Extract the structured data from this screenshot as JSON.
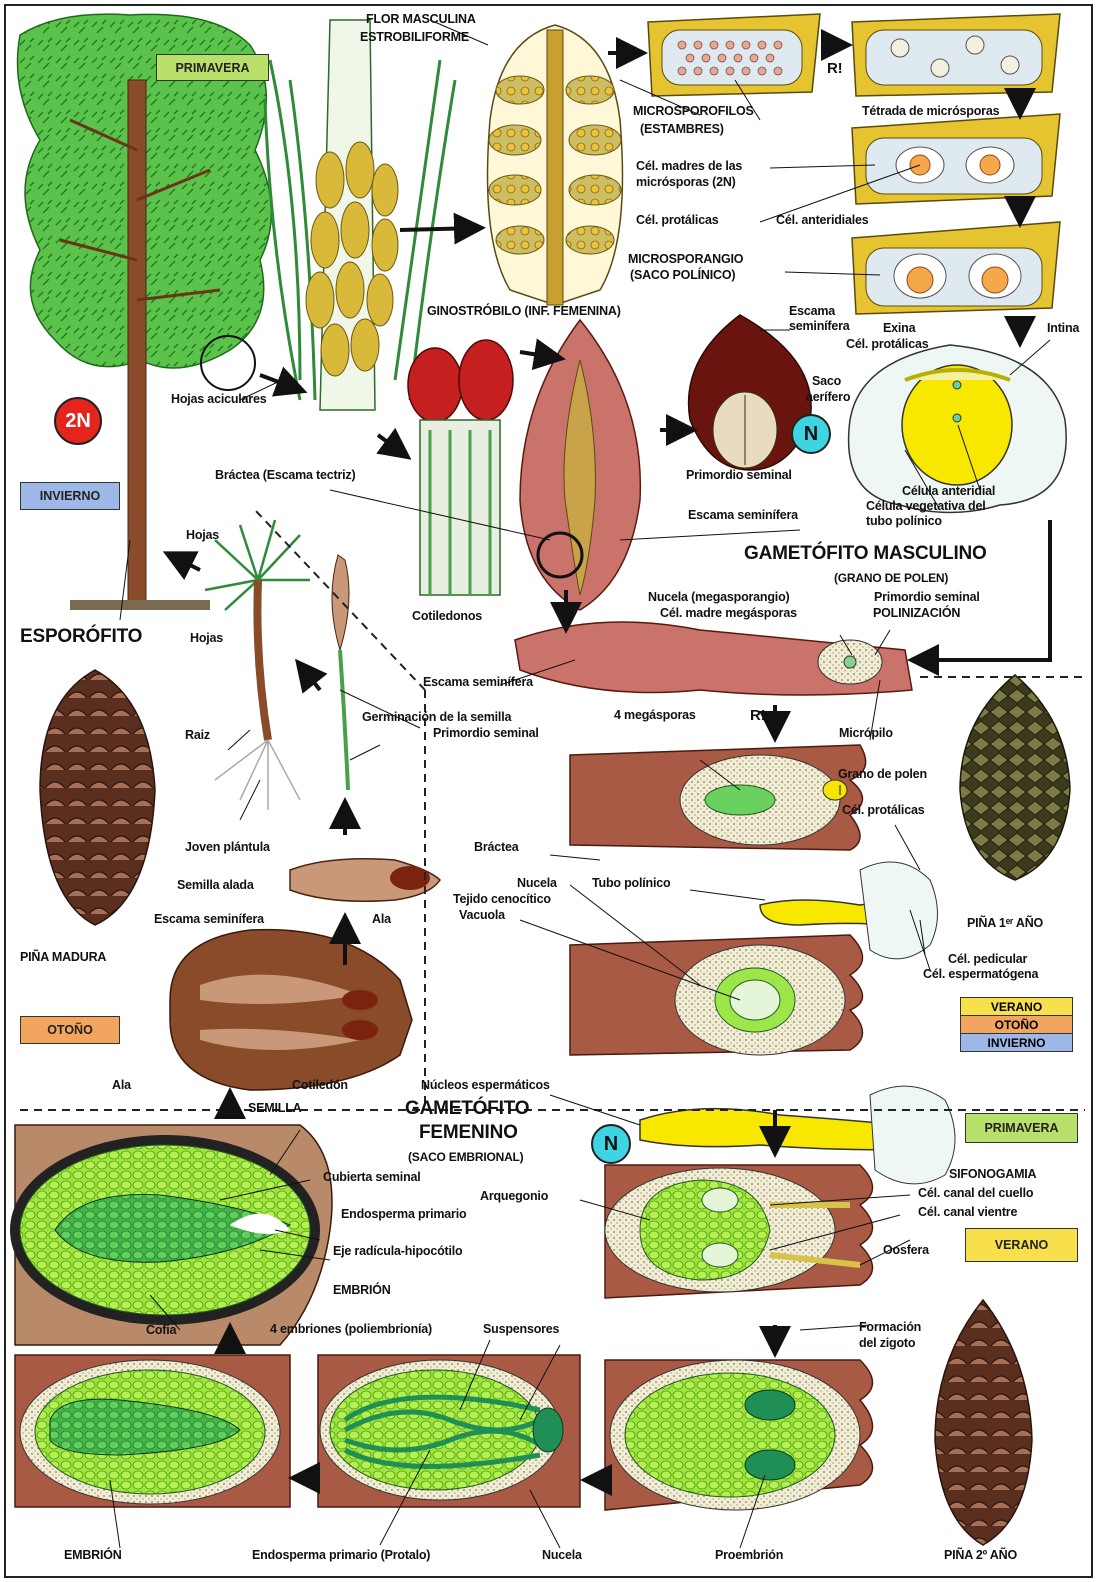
{
  "colors": {
    "pine_green": "#3fae3a",
    "pollen_yellow": "#f6e500",
    "scale_brown": "#b3655a",
    "endosperm_green": "#8fdc2a",
    "embryo_dark_green": "#1f8f55",
    "cone_brown": "#6b3b28",
    "season_primavera": "#b9e06a",
    "season_verano": "#f8e04c",
    "season_otono": "#f2a55e",
    "season_invierno": "#9db7e6",
    "badge_2n": "#e5241b",
    "badge_n": "#3fd4e2"
  },
  "badges": {
    "two_n": "2N",
    "n_top": "N",
    "n_bottom": "N"
  },
  "seasons": {
    "primavera_top": "PRIMAVERA",
    "invierno_left": "INVIERNO",
    "otono_left": "OTOÑO",
    "stack": [
      "VERANO",
      "OTOÑO",
      "INVIERNO"
    ],
    "primavera_right": "PRIMAVERA",
    "verano_right": "VERANO"
  },
  "labels": {
    "flor_masculina": "FLOR MASCULINA",
    "estrobiliforme": "ESTROBILIFORME",
    "microsporofilos": "MICROSPOROFILOS",
    "estambres": "(ESTAMBRES)",
    "r1_top": "R!",
    "tetrada": "Tétrada de micrósporas",
    "cel_madres_1": "Cél. madres de las",
    "cel_madres_2": "micrósporas (2N)",
    "cel_protalicas_top": "Cél. protálicas",
    "cel_anteridiales": "Cél. anteridiales",
    "microsporangio": "MICROSPORANGIO",
    "saco_polinico": "(SACO POLÍNICO)",
    "ginostrobilo": "GINOSTRÓBILO (INF. FEMENINA)",
    "escama_seminifera_1": "Escama",
    "escama_seminifera_2": "seminífera",
    "exina": "Exina",
    "intina": "Intina",
    "cel_protalicas_pollen": "Cél. protálicas",
    "saco_aerifero_1": "Saco",
    "saco_aerifero_2": "aerífero",
    "hojas_aciculares": "Hojas aciculares",
    "primordio_seminal": "Primordio seminal",
    "celula_anteridial": "Célula anteridial",
    "celula_vegetativa_1": "Célula vegetativa del",
    "celula_vegetativa_2": "tubo polínico",
    "bractea_escama": "Bráctea (Escama tectriz)",
    "escama_seminifera_mid": "Escama seminífera",
    "gametofito_masculino": "GAMETÓFITO MASCULINO",
    "grano_de_polen": "(GRANO DE POLEN)",
    "hojas_top": "Hojas",
    "hojas_mid": "Hojas",
    "esporofito": "ESPORÓFITO",
    "cotiledonos": "Cotiledonos",
    "nucela_megasporangio": "Nucela (megasporangio)",
    "cel_madre_megasporas": "Cél. madre megásporas",
    "primordio_seminal_2": "Primordio seminal",
    "polinizacion": "POLINIZACIÓN",
    "escama_seminifera_low": "Escama seminífera",
    "germinacion": "Germinación de la semilla",
    "primordio_seminal_3": "Primordio seminal",
    "raiz": "Raiz",
    "cuatro_megasporas": "4 megásporas",
    "r1_mid": "R!",
    "micropilo": "Micrópilo",
    "grano_polen": "Grano de polen",
    "cel_protalicas_low": "Cél. protálicas",
    "joven_plantula": "Joven plántula",
    "bractea": "Bráctea",
    "semilla_alada": "Semilla alada",
    "ala_mid": "Ala",
    "nucela_mid": "Nucela",
    "tejido_cenocitico": "Tejido cenocítico",
    "vacuola": "Vacuola",
    "tubo_polinico": "Tubo polínico",
    "pina_1_ano": "PIÑA 1ᵉʳ AÑO",
    "escama_seminifera_bottom": "Escama seminífera",
    "pina_madura": "PIÑA MADURA",
    "cel_pedicular": "Cél. pedicular",
    "cel_espermatogena": "Cél. espermatógena",
    "ala_bottom": "Ala",
    "cotiledon": "Cotiledón",
    "nucleos_espermaticos": "Núcleos espermáticos",
    "semilla": "SEMILLA",
    "gametofito_femenino": "GAMETÓFITO",
    "femenino": "FEMENINO",
    "saco_embrional": "(SACO EMBRIONAL)",
    "cubierta_seminal": "Cubierta seminal",
    "endosperma_primario": "Endosperma primario",
    "eje_radicula": "Eje radícula-hipocótilo",
    "embrion_top": "EMBRIÓN",
    "sifonogamia": "SIFONOGAMIA",
    "arquegonio": "Arquegonio",
    "cel_canal_cuello": "Cél. canal del cuello",
    "cel_canal_vientre": "Cél. canal vientre",
    "oosfera": "Oosfera",
    "cofia": "Cofia",
    "cuatro_embriones": "4 embriones (poliembrionía)",
    "suspensores": "Suspensores",
    "formacion_1": "Formación",
    "formacion_2": "del zigoto",
    "embrion_bottom": "EMBRIÓN",
    "endosperma_protalo": "Endosperma primario (Protalo)",
    "nucela_bottom": "Nucela",
    "proembrion": "Proembrión",
    "pina_2_ano": "PIÑA 2º AÑO"
  }
}
